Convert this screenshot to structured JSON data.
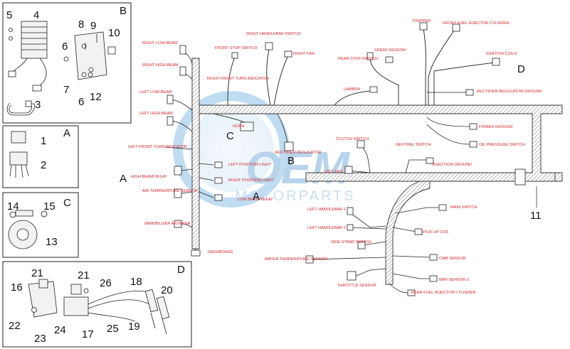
{
  "callouts": {
    "labels": [
      "RIGHT LOW-BEAM",
      "RIGHT HIGH-BEAM",
      "RIGHT FRONT TURN INDICATOR",
      "LEFT LOW-BEAM",
      "LEFT HIGH-BEAM",
      "LEFT FRONT TURN INDICATOR",
      "HIGH BEAM RELAY",
      "AIR TEMPERATURE SENSOR",
      "IMMOBILIZER ANTENNA",
      "DASHBOARD",
      "RIGHT HANDLEBAR SWITCH",
      "FRONT STOP SWITCH",
      "RIGHT FAN",
      "HORN",
      "LEFT POSITION LIGHT",
      "RIGHT POSITION LIGHT",
      "LOW BEAM RELAY",
      "RECTIFIER REGULATOR",
      "REAR STOP SWITCH",
      "SPEED SENSOR",
      "LAMBDA",
      "STEPPER",
      "FRONT FUEL INJECTOR CYLINDER",
      "IGNITION COILS",
      "RECTIFIER REGULATOR GROUND",
      "POWER GROUND",
      "OIL PRESSURE SWITCH",
      "CLUTCH SWITCH",
      "NEUTRAL SWITCH",
      "LEFT FAN",
      "INJECTION GROUND",
      "LEFT HANDLEBAR 1",
      "LEFT HANDLEBAR 2",
      "SIDE STAND SWITCH",
      "WATER TEMPERATURE SENSOR",
      "THROTTLE SENSOR",
      "MAIN SWITCH",
      "PICK UP COIL",
      "CAM SENSOR",
      "MAP SENSOR 2",
      "REAR FUEL INJECTOR CYLINDER"
    ]
  },
  "sections": [
    "A",
    "B",
    "C",
    "D"
  ],
  "part_numbers": [
    "1",
    "2",
    "3",
    "4",
    "5",
    "6",
    "7",
    "8",
    "9",
    "10",
    "11",
    "12",
    "13",
    "14",
    "15",
    "16",
    "17",
    "18",
    "19",
    "20",
    "21",
    "22",
    "23",
    "24",
    "25",
    "26"
  ],
  "watermark": {
    "brand": "OEM",
    "sub": "MOTORPARTS"
  },
  "colors": {
    "label_red": "#d8232a",
    "ink": "#222222",
    "watermark_blue": "#7fb2dd"
  }
}
